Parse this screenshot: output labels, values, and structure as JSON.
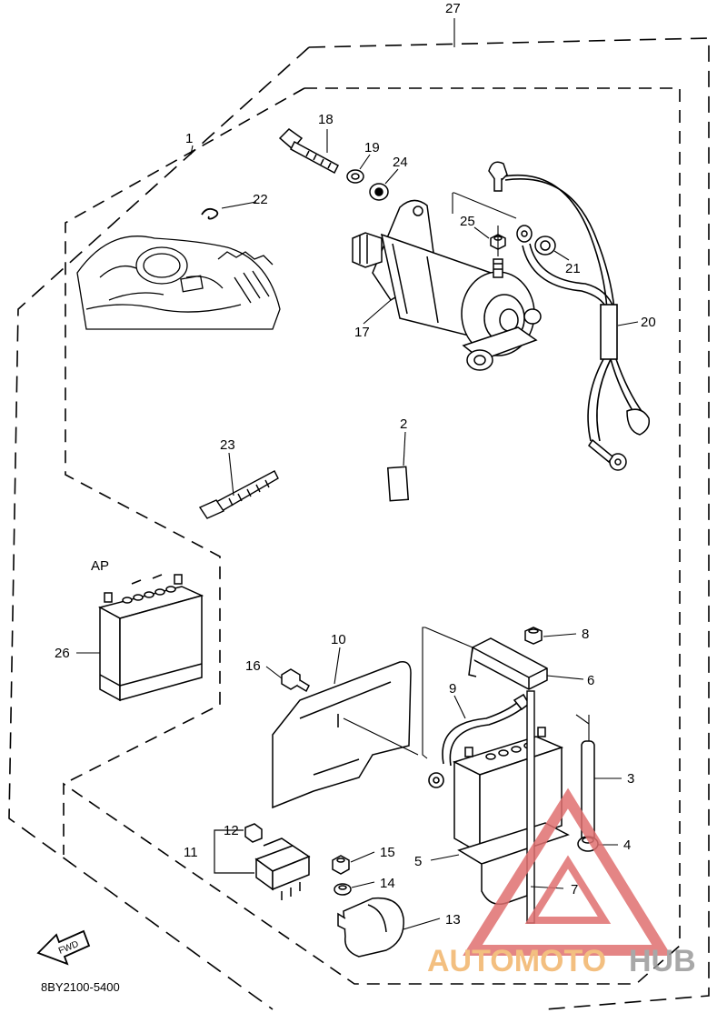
{
  "diagram": {
    "code": "8BY2100-5400",
    "variant_label": "AP",
    "fwd_label": "FWD",
    "watermark": {
      "part1": "AUTOMOTO",
      "part2": "HUB"
    },
    "callouts": {
      "c1": "1",
      "c2": "2",
      "c3": "3",
      "c4": "4",
      "c5": "5",
      "c6": "6",
      "c7": "7",
      "c8": "8",
      "c9": "9",
      "c10": "10",
      "c11": "11",
      "c12": "12",
      "c13": "13",
      "c14": "14",
      "c15": "15",
      "c16": "16",
      "c17": "17",
      "c18": "18",
      "c19": "19",
      "c20": "20",
      "c21": "21",
      "c22": "22",
      "c23": "23",
      "c24": "24",
      "c25": "25",
      "c26": "26",
      "c27": "27"
    }
  }
}
